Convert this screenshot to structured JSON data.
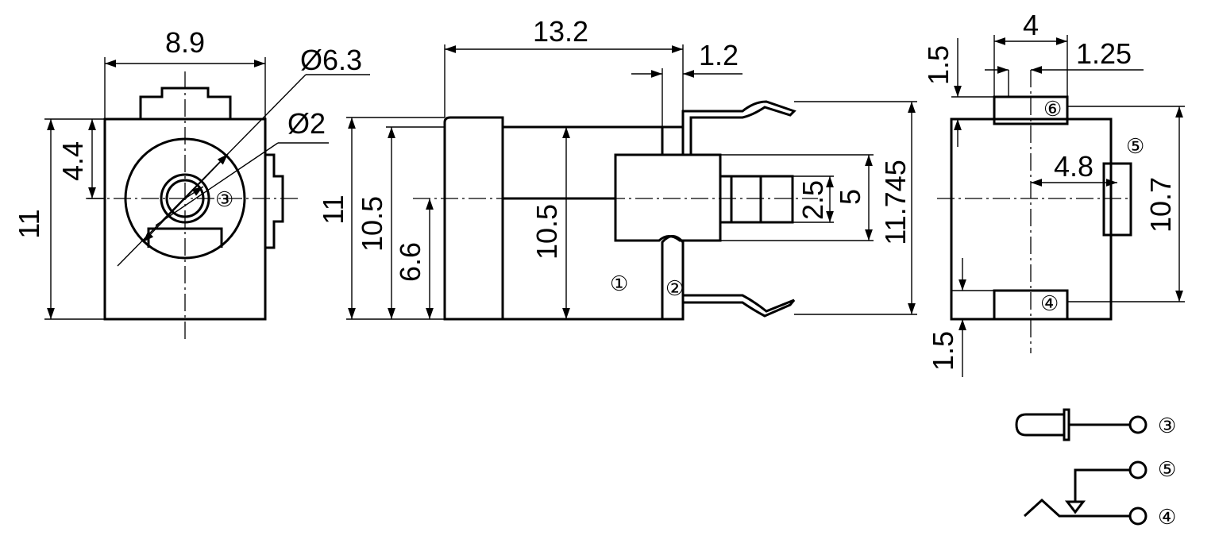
{
  "front_view": {
    "width": "8.9",
    "height": "11",
    "offset": "4.4",
    "dia_outer": "Ø6.3",
    "dia_inner": "Ø2",
    "pin": "③"
  },
  "side_view": {
    "length": "13.2",
    "pin_width": "1.2",
    "height_total": "11",
    "height_body": "10.5",
    "height_center": "6.6",
    "height_inner": "10.5",
    "plug_small": "2.5",
    "plug_large": "5",
    "pin_span": "11.745",
    "pin1": "①",
    "pin2": "②"
  },
  "bottom_view": {
    "top_width": "4",
    "top_pad": "1.25",
    "top_offset": "1.5",
    "pad_offset": "4.8",
    "height": "10.7",
    "bottom_offset": "1.5",
    "pin4": "④",
    "pin5": "⑤",
    "pin6": "⑥"
  },
  "schematic": {
    "pin3": "③",
    "pin5": "⑤",
    "pin4": "④"
  }
}
